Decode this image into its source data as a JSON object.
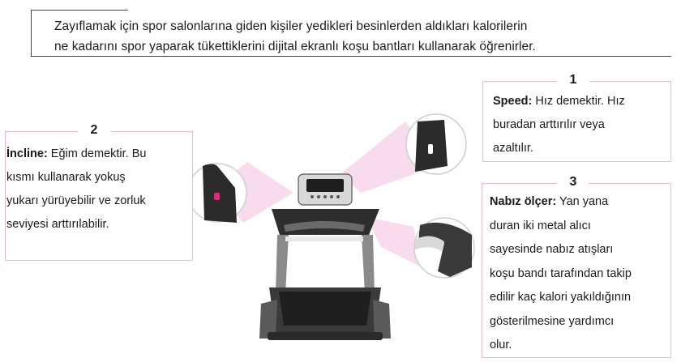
{
  "intro": {
    "line1": "Zayıflamak için spor salonlarına giden kişiler yedikleri besinlerden aldıkları kalorilerin",
    "line2": "ne kadarını spor yaparak tükettiklerini dijital ekranlı koşu bantları kullanarak öğrenirler."
  },
  "callouts": [
    {
      "number": "1",
      "term": "Speed:",
      "lines": [
        "Hız demektir. Hız",
        "buradan arttırılır veya",
        "azaltılır."
      ]
    },
    {
      "number": "2",
      "term": "İncline:",
      "lines": [
        "Eğim demektir. Bu",
        "kısmı kullanarak yokuş",
        "yukarı yürüyebilir ve zorluk",
        "seviyesi arttırılabilir."
      ]
    },
    {
      "number": "3",
      "term": "Nabız ölçer:",
      "lines": [
        "Yan yana",
        "duran iki metal alıcı",
        "sayesinde nabız atışları",
        "koşu bandı tarafından takip",
        "edilir kaç kalori yakıldığının",
        "gösterilmesine yardımcı",
        "olur."
      ]
    }
  ],
  "colors": {
    "accent_pink": "#f0b8d8",
    "beam_pink": "#f6cfe6",
    "machine_dark": "#2e2e2e",
    "machine_gray": "#8a8a8a"
  }
}
